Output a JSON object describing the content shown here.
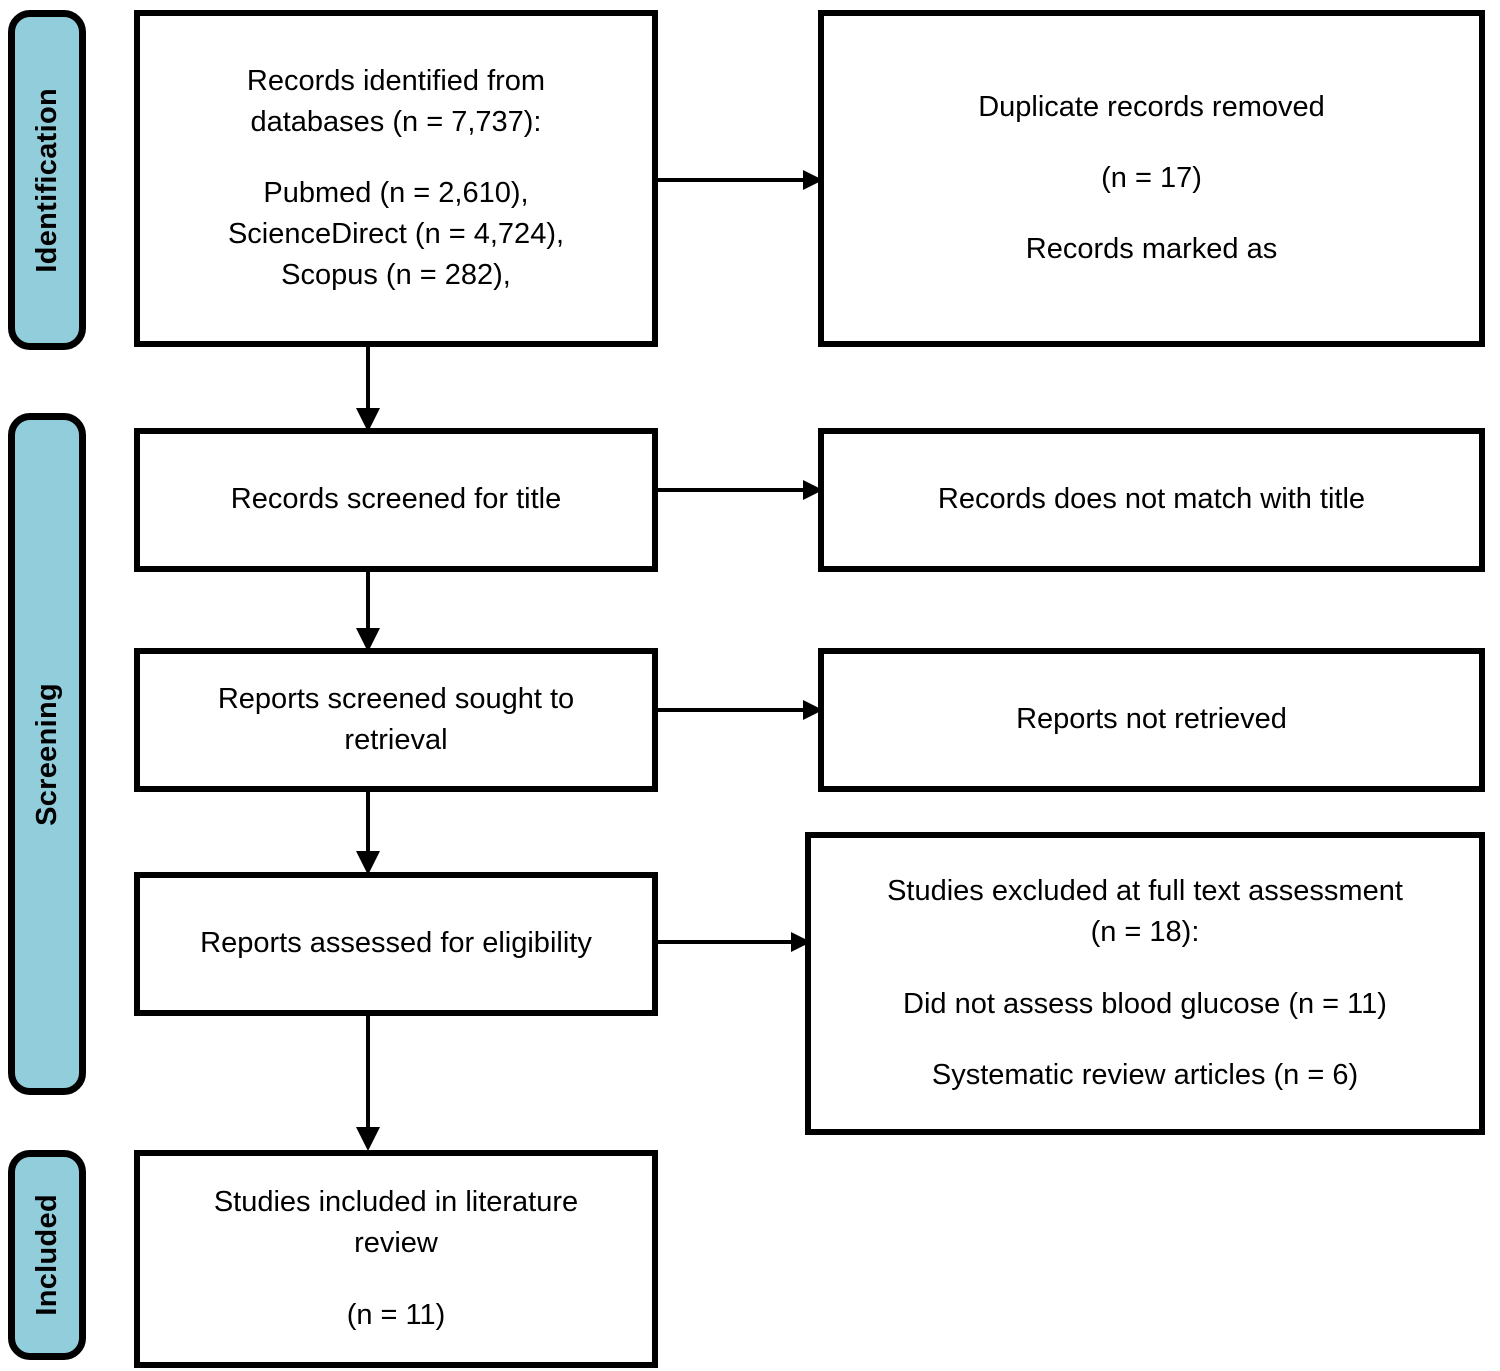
{
  "diagram": {
    "title": "PRISMA flow diagram",
    "accent_color": "#92CDDC",
    "border_color": "#000000",
    "background_color": "#ffffff"
  },
  "phases": [
    {
      "id": "identification",
      "label": "Identification"
    },
    {
      "id": "screening",
      "label": "Screening"
    },
    {
      "id": "included",
      "label": "Included"
    }
  ],
  "boxes": {
    "records_identified": {
      "block_1": "Records identified from\ndatabases (n = 7,737):",
      "block_2": "Pubmed (n = 2,610),\nScienceDirect (n = 4,724),\nScopus (n = 282),"
    },
    "duplicates_removed": {
      "block_1": "Duplicate records removed",
      "block_2": "(n = 17)",
      "block_3": "Records marked as"
    },
    "records_screened_title": {
      "block_1": "Records screened for title"
    },
    "records_not_match_title": {
      "block_1": "Records does not match with title"
    },
    "reports_sought_retrieval": {
      "block_1": "Reports screened sought to\nretrieval"
    },
    "reports_not_retrieved": {
      "block_1": "Reports not retrieved"
    },
    "reports_assessed_eligibility": {
      "block_1": "Reports assessed for eligibility"
    },
    "studies_excluded": {
      "block_1": "Studies excluded at full text assessment\n(n = 18):",
      "block_2": "Did not assess blood glucose (n = 11)",
      "block_3": "Systematic review articles (n = 6)"
    },
    "studies_included": {
      "block_1": "Studies included in literature\nreview",
      "block_2": "(n = 11)"
    }
  },
  "flow_data": {
    "type": "prisma-flow",
    "records_identified_total": 7737,
    "sources": [
      {
        "name": "Pubmed",
        "n": 2610
      },
      {
        "name": "ScienceDirect",
        "n": 4724
      },
      {
        "name": "Scopus",
        "n": 282
      }
    ],
    "duplicates_removed": 17,
    "studies_excluded_full_text": 18,
    "excluded_reasons": [
      {
        "reason": "Did not assess blood glucose",
        "n": 11
      },
      {
        "reason": "Systematic review articles",
        "n": 6
      }
    ],
    "studies_included": 11
  }
}
